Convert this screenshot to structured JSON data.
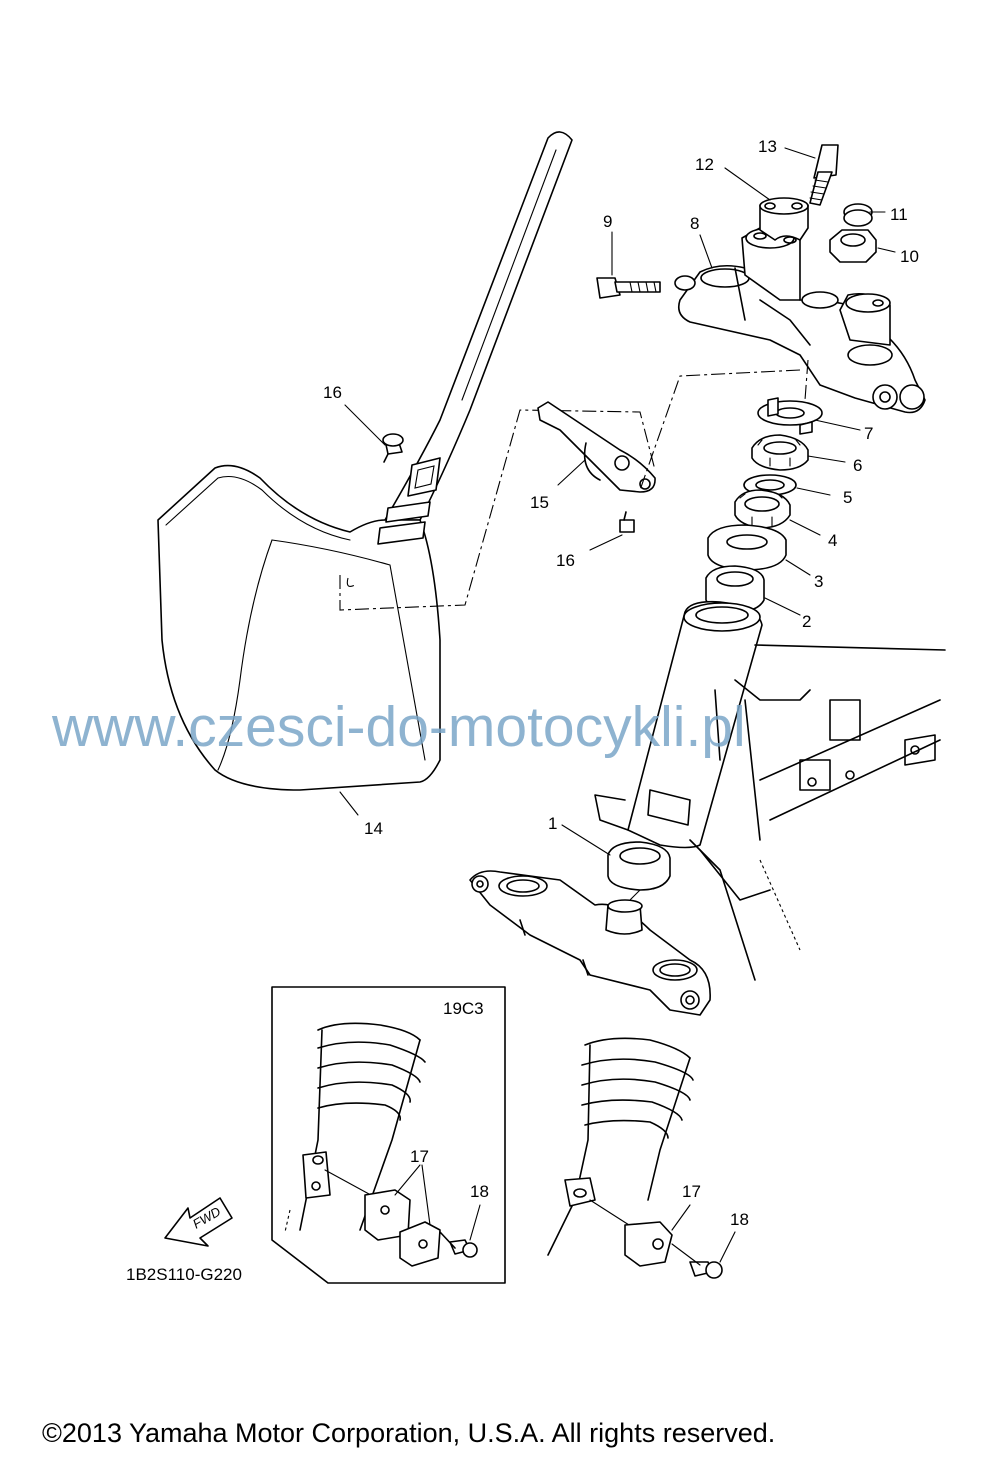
{
  "diagram": {
    "part_labels": [
      "1",
      "2",
      "3",
      "4",
      "5",
      "6",
      "7",
      "8",
      "9",
      "10",
      "11",
      "12",
      "13",
      "14",
      "15",
      "16",
      "16",
      "17",
      "17",
      "18",
      "18"
    ],
    "inset_code": "19C3",
    "fwd_arrow": "FWD",
    "drawing_code": "1B2S110-G220",
    "watermark": "www.czesci-do-motocykli.pl",
    "copyright": "©2013 Yamaha Motor Corporation, U.S.A. All rights reserved."
  },
  "colors": {
    "line": "#000000",
    "watermark": "#7aa6c8",
    "background": "#ffffff"
  },
  "icons": [
    "fwd-arrow-icon"
  ]
}
